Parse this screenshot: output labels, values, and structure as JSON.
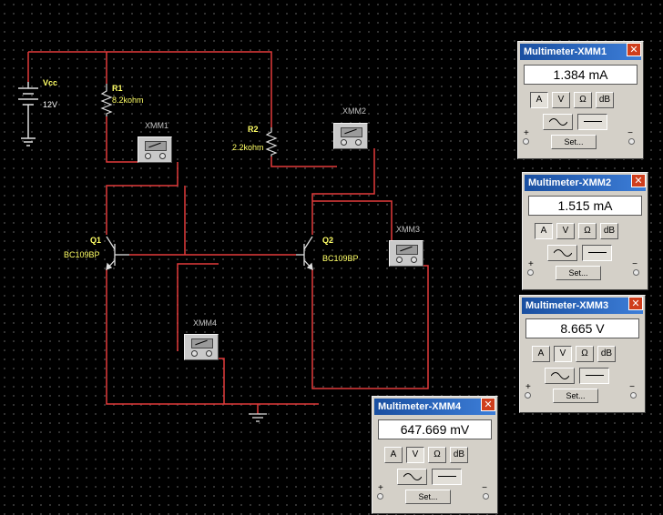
{
  "schematic": {
    "vcc": {
      "name": "Vcc",
      "value": "12V"
    },
    "r1": {
      "name": "R1",
      "value": "8.2kohm"
    },
    "r2": {
      "name": "R2",
      "value": "2.2kohm"
    },
    "q1": {
      "name": "Q1",
      "value": "BC109BP"
    },
    "q2": {
      "name": "Q2",
      "value": "BC109BP"
    },
    "instruments": [
      {
        "name": "XMM1"
      },
      {
        "name": "XMM2"
      },
      {
        "name": "XMM3"
      },
      {
        "name": "XMM4"
      }
    ],
    "colors": {
      "wire": "#e23a3a",
      "component": "#dcdcdc",
      "label": "#ffff66",
      "background": "#000000"
    }
  },
  "multimeters": [
    {
      "title": "Multimeter-XMM1",
      "reading": "1.384 mA",
      "mode": "A"
    },
    {
      "title": "Multimeter-XMM2",
      "reading": "1.515 mA",
      "mode": "A"
    },
    {
      "title": "Multimeter-XMM3",
      "reading": "8.665  V",
      "mode": "V"
    },
    {
      "title": "Multimeter-XMM4",
      "reading": "647.669 mV",
      "mode": "V"
    }
  ],
  "controls": {
    "close": "✕",
    "mode_a": "A",
    "mode_v": "V",
    "mode_ohm": "Ω",
    "mode_db": "dB",
    "set": "Set...",
    "plus": "+",
    "minus": "−"
  }
}
